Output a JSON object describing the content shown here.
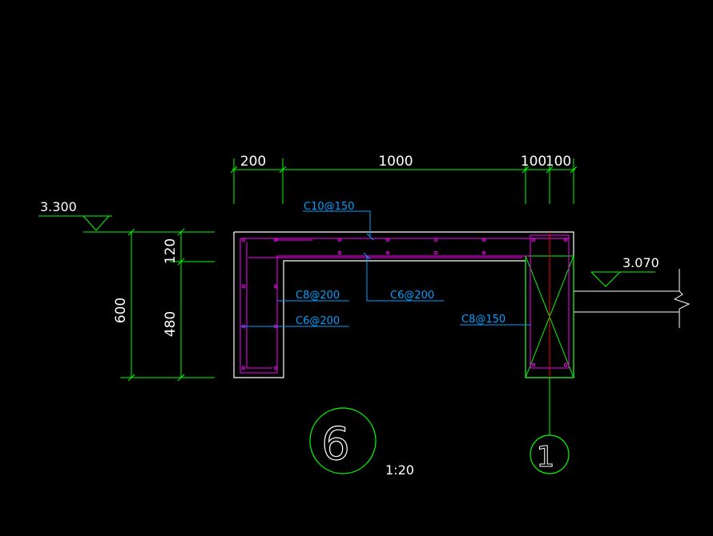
{
  "colors": {
    "background": "#000000",
    "dimension": "#00ff00",
    "text": "#ffffff",
    "rebar": "#ff00ff",
    "annotation": "#00a0ff",
    "outline": "#ffffff",
    "axis": "#ff0000"
  },
  "dimensions": {
    "top": [
      "200",
      "1000",
      "100",
      "100"
    ],
    "left_total": "600",
    "left_parts": [
      "120",
      "480"
    ]
  },
  "elevations": {
    "left": "3.300",
    "right": "3.070"
  },
  "rebar_labels": {
    "top": "C10@150",
    "left_1": "C8@200",
    "left_2": "C6@200",
    "mid": "C6@200",
    "right": "C8@150"
  },
  "detail": {
    "number": "6",
    "scale": "1:20"
  },
  "axis": {
    "label": "1"
  }
}
